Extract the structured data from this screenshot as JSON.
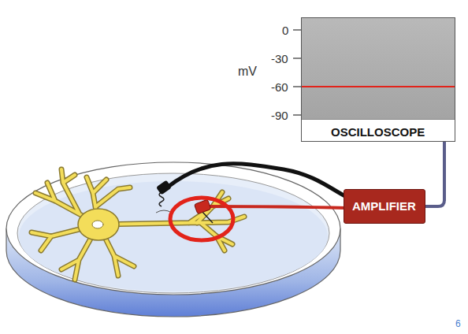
{
  "diagram": {
    "nodes": [
      {
        "text": [
          "OSCILLOSCOPE"
        ]
      },
      {
        "text": [
          "AMPLIFIER"
        ]
      }
    ],
    "edges": [
      {
        "from": 1,
        "to": 0,
        "arrow": "none"
      }
    ],
    "labels": [
      "0",
      "-30",
      "-60",
      "-90",
      "mV",
      "6"
    ]
  }
}
